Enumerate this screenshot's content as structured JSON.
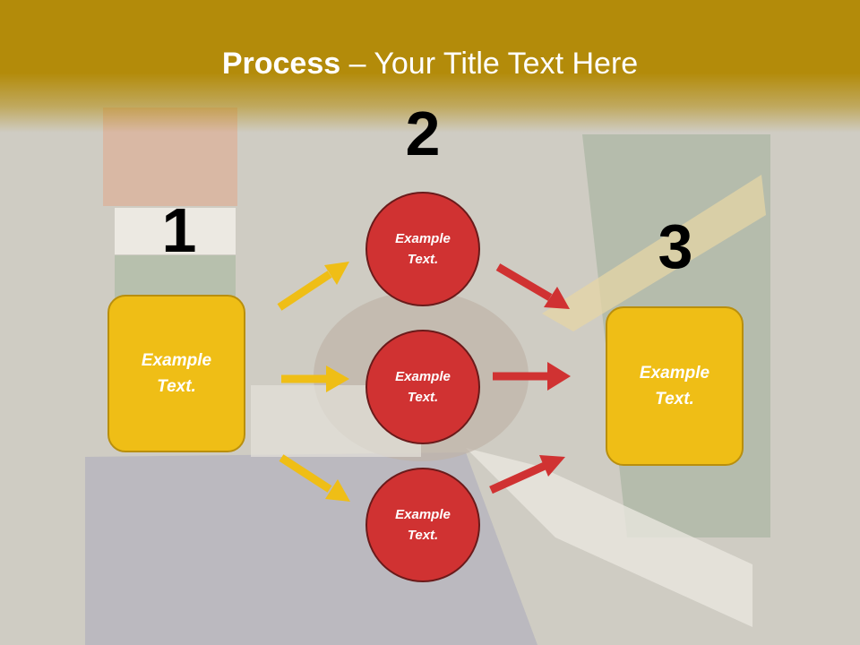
{
  "title": {
    "bold": "Process",
    "rest": " – Your Title Text Here"
  },
  "numbers": {
    "n1": "1",
    "n2": "2",
    "n3": "3"
  },
  "left_box": {
    "text": "Example Text."
  },
  "right_box": {
    "text": "Example Text."
  },
  "circles": [
    {
      "text": "Example Text."
    },
    {
      "text": "Example Text."
    },
    {
      "text": "Example Text."
    }
  ],
  "colors": {
    "title_band": "#b38b0a",
    "box_fill": "#efbe16",
    "circle_fill": "#d03232",
    "yellow_arrow": "#efbe16",
    "red_arrow": "#d03232"
  }
}
